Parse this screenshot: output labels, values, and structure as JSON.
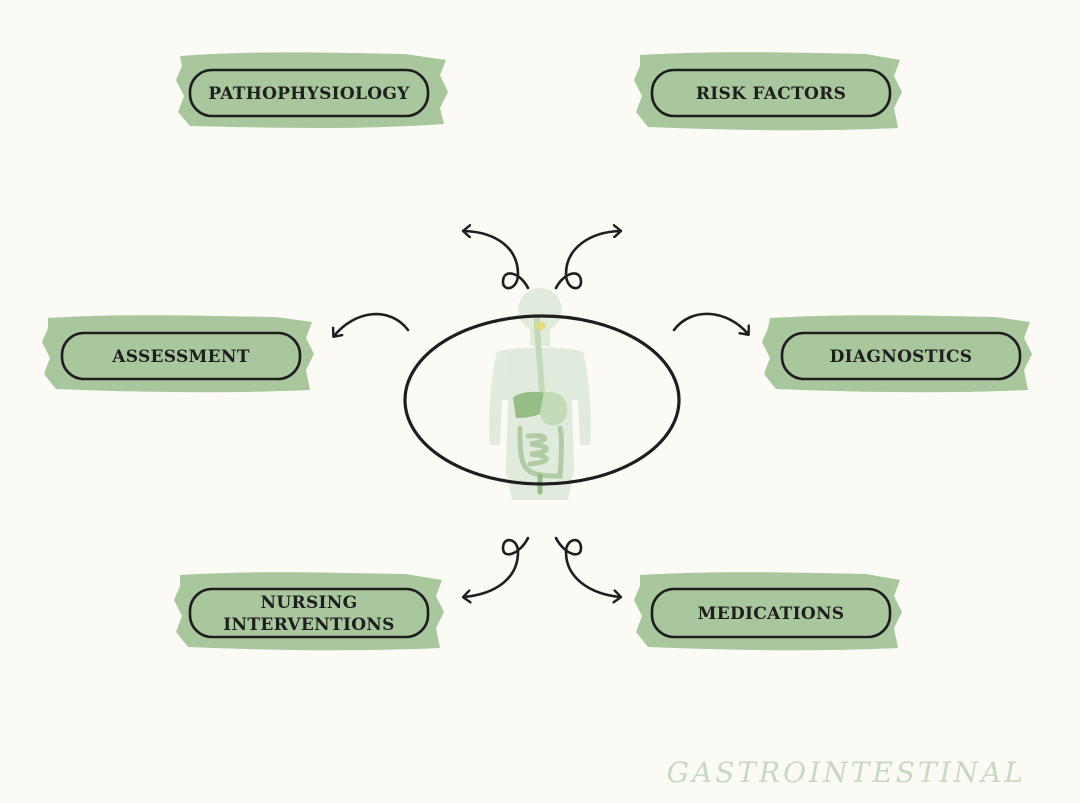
{
  "nodes": {
    "pathophysiology": "PATHOPHYSIOLOGY",
    "risk_factors": "RISK FACTORS",
    "assessment": "ASSESSMENT",
    "diagnostics": "DIAGNOSTICS",
    "nursing_interventions_line1": "NURSING",
    "nursing_interventions_line2": "INTERVENTIONS",
    "medications": "MEDICATIONS"
  },
  "watermark": "GASTROINTESTINAL",
  "center": {
    "icon": "digestive-system-icon"
  },
  "colors": {
    "background": "#fbfaf5",
    "brush_green": "#a9c79c",
    "outline": "#1e1e1e",
    "organ_green": "#8cb77a",
    "organ_yellow": "#e2d96a",
    "watermark": "#c7d9bf"
  }
}
